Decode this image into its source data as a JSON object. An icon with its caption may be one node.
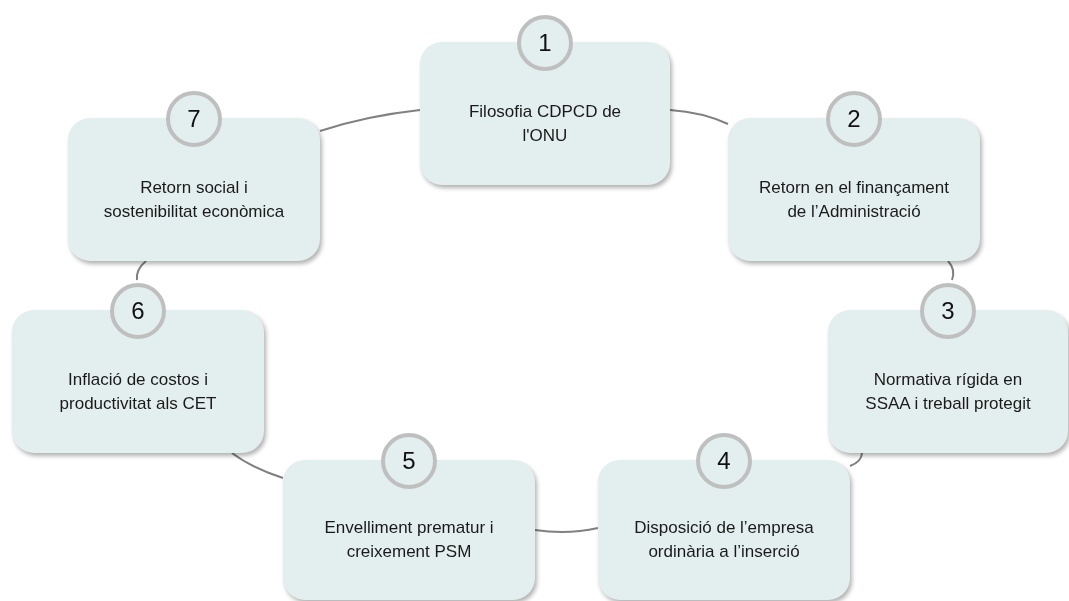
{
  "diagram": {
    "nodes": [
      {
        "text": [
          "1",
          "Filosofia CDPCD de l'ONU"
        ]
      },
      {
        "text": [
          "2",
          "Retorn en el finançament de l’Administració"
        ]
      },
      {
        "text": [
          "3",
          "Normativa rígida en SSAA i treball protegit"
        ]
      },
      {
        "text": [
          "4",
          "Disposició de l’empresa ordinària a l’inserció"
        ]
      },
      {
        "text": [
          "5",
          "Envelliment prematur i creixement PSM"
        ]
      },
      {
        "text": [
          "6",
          "Inflació de costos i productivitat als CET"
        ]
      },
      {
        "text": [
          "7",
          "Retorn social i sostenibilitat econòmica"
        ]
      }
    ],
    "edges": [
      {
        "from": 0,
        "to": 1,
        "arrow": "none"
      },
      {
        "from": 1,
        "to": 2,
        "arrow": "none"
      },
      {
        "from": 2,
        "to": 3,
        "arrow": "none"
      },
      {
        "from": 3,
        "to": 4,
        "arrow": "none"
      },
      {
        "from": 4,
        "to": 5,
        "arrow": "none"
      },
      {
        "from": 5,
        "to": 6,
        "arrow": "none"
      },
      {
        "from": 6,
        "to": 0,
        "arrow": "none"
      }
    ]
  }
}
